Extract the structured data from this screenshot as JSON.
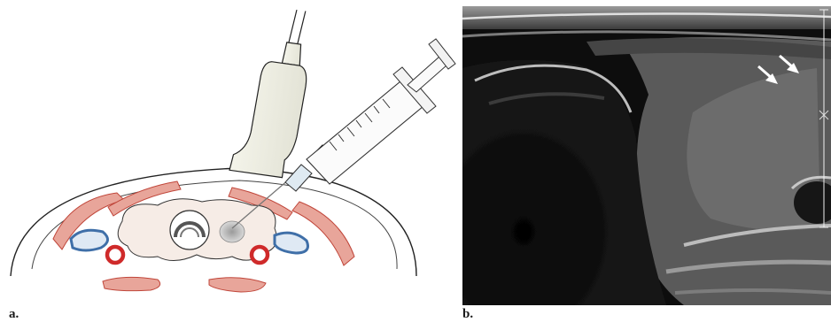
{
  "figure": {
    "panel_a": {
      "label": "a.",
      "structures": [
        "ultrasound-probe",
        "syringe",
        "needle",
        "neck-skin",
        "thyroid-gland",
        "trachea",
        "thyroid-nodule",
        "carotid-artery-left",
        "carotid-artery-right",
        "jugular-vein-left",
        "jugular-vein-right",
        "strap-muscles",
        "sternocleidomastoid-muscles",
        "prevertebral-muscles"
      ]
    },
    "panel_b": {
      "label": "b.",
      "image_type": "grayscale ultrasound",
      "annotations": [
        "white-arrow",
        "white-arrow"
      ]
    }
  },
  "colors": {
    "muscle": "#e8a59a",
    "muscle_stroke": "#c0463a",
    "artery": "#cf2a2a",
    "vein": "#3f6fa8",
    "vein_fill": "#dfe9f4",
    "thyroid_fill": "#f6ece6",
    "outline": "#222222",
    "ultrasound_bg": "#0c0c0c"
  }
}
